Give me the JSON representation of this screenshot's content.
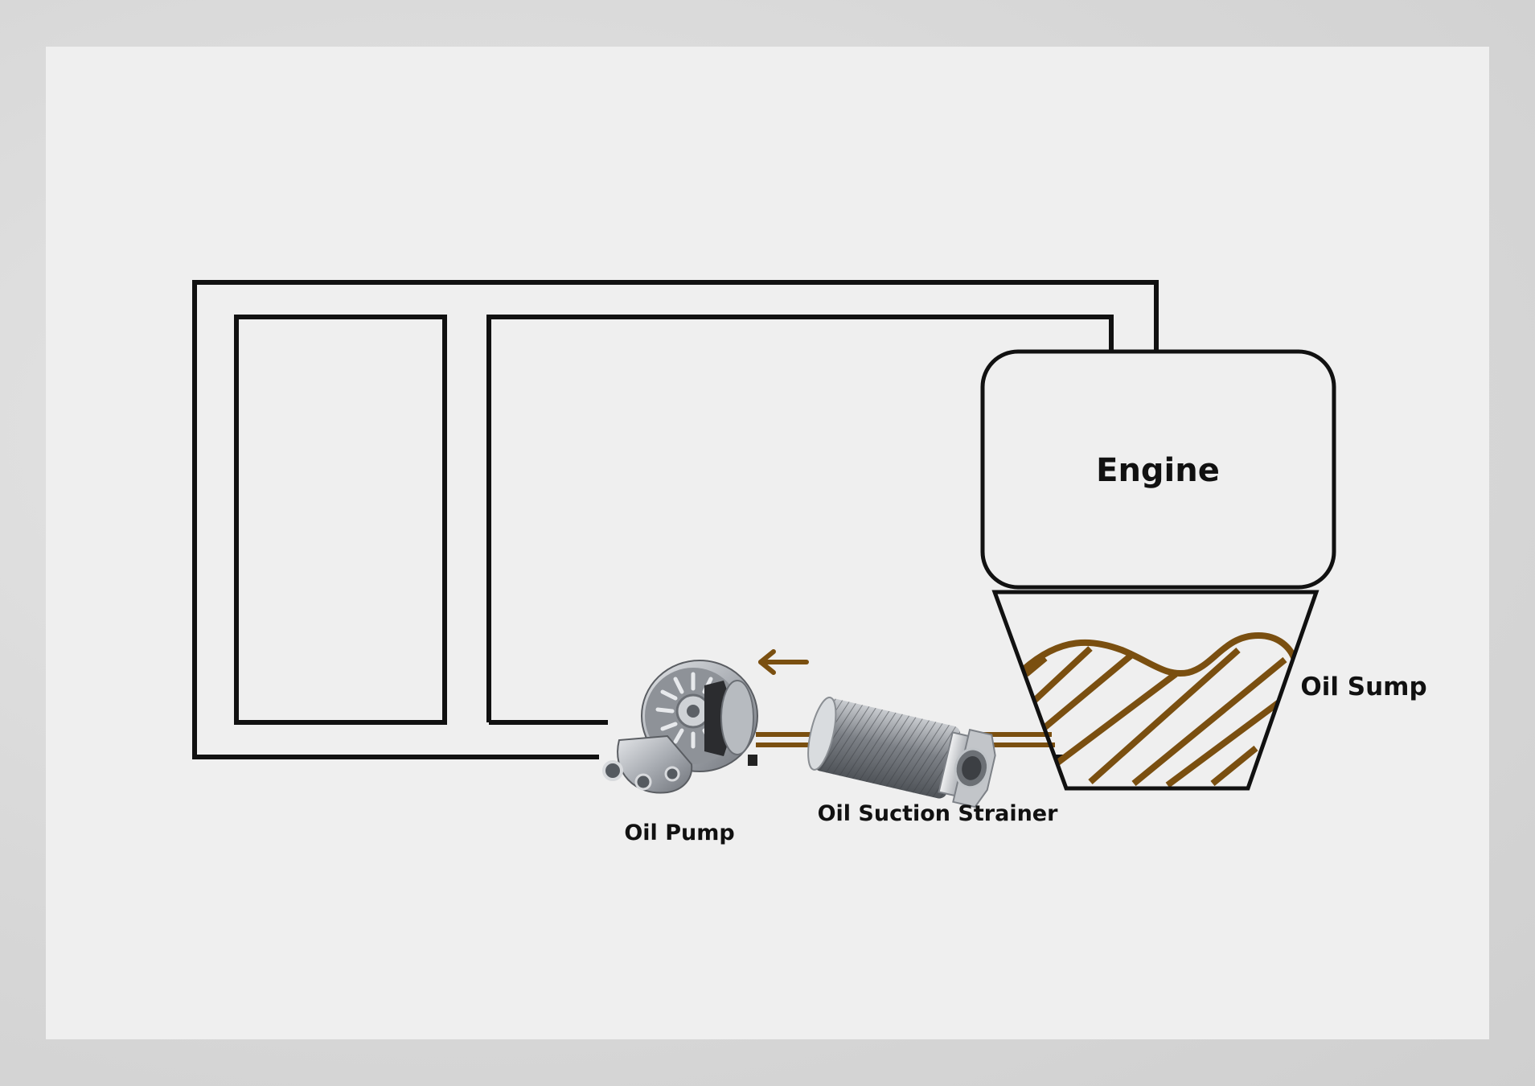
{
  "labels": {
    "engine": "Engine",
    "oil_sump": "Oil Sump",
    "oil_pump": "Oil Pump",
    "oil_suction_strainer": "Oil Suction Strainer"
  },
  "flow_arrow": {
    "direction": "left",
    "icon": "left-arrow-icon"
  },
  "colors": {
    "panel": "#efefef",
    "outline": "#111111",
    "oil": "#7a4f10",
    "pump_metal": "#a9adb3",
    "strainer_mesh": "#6d7176"
  }
}
